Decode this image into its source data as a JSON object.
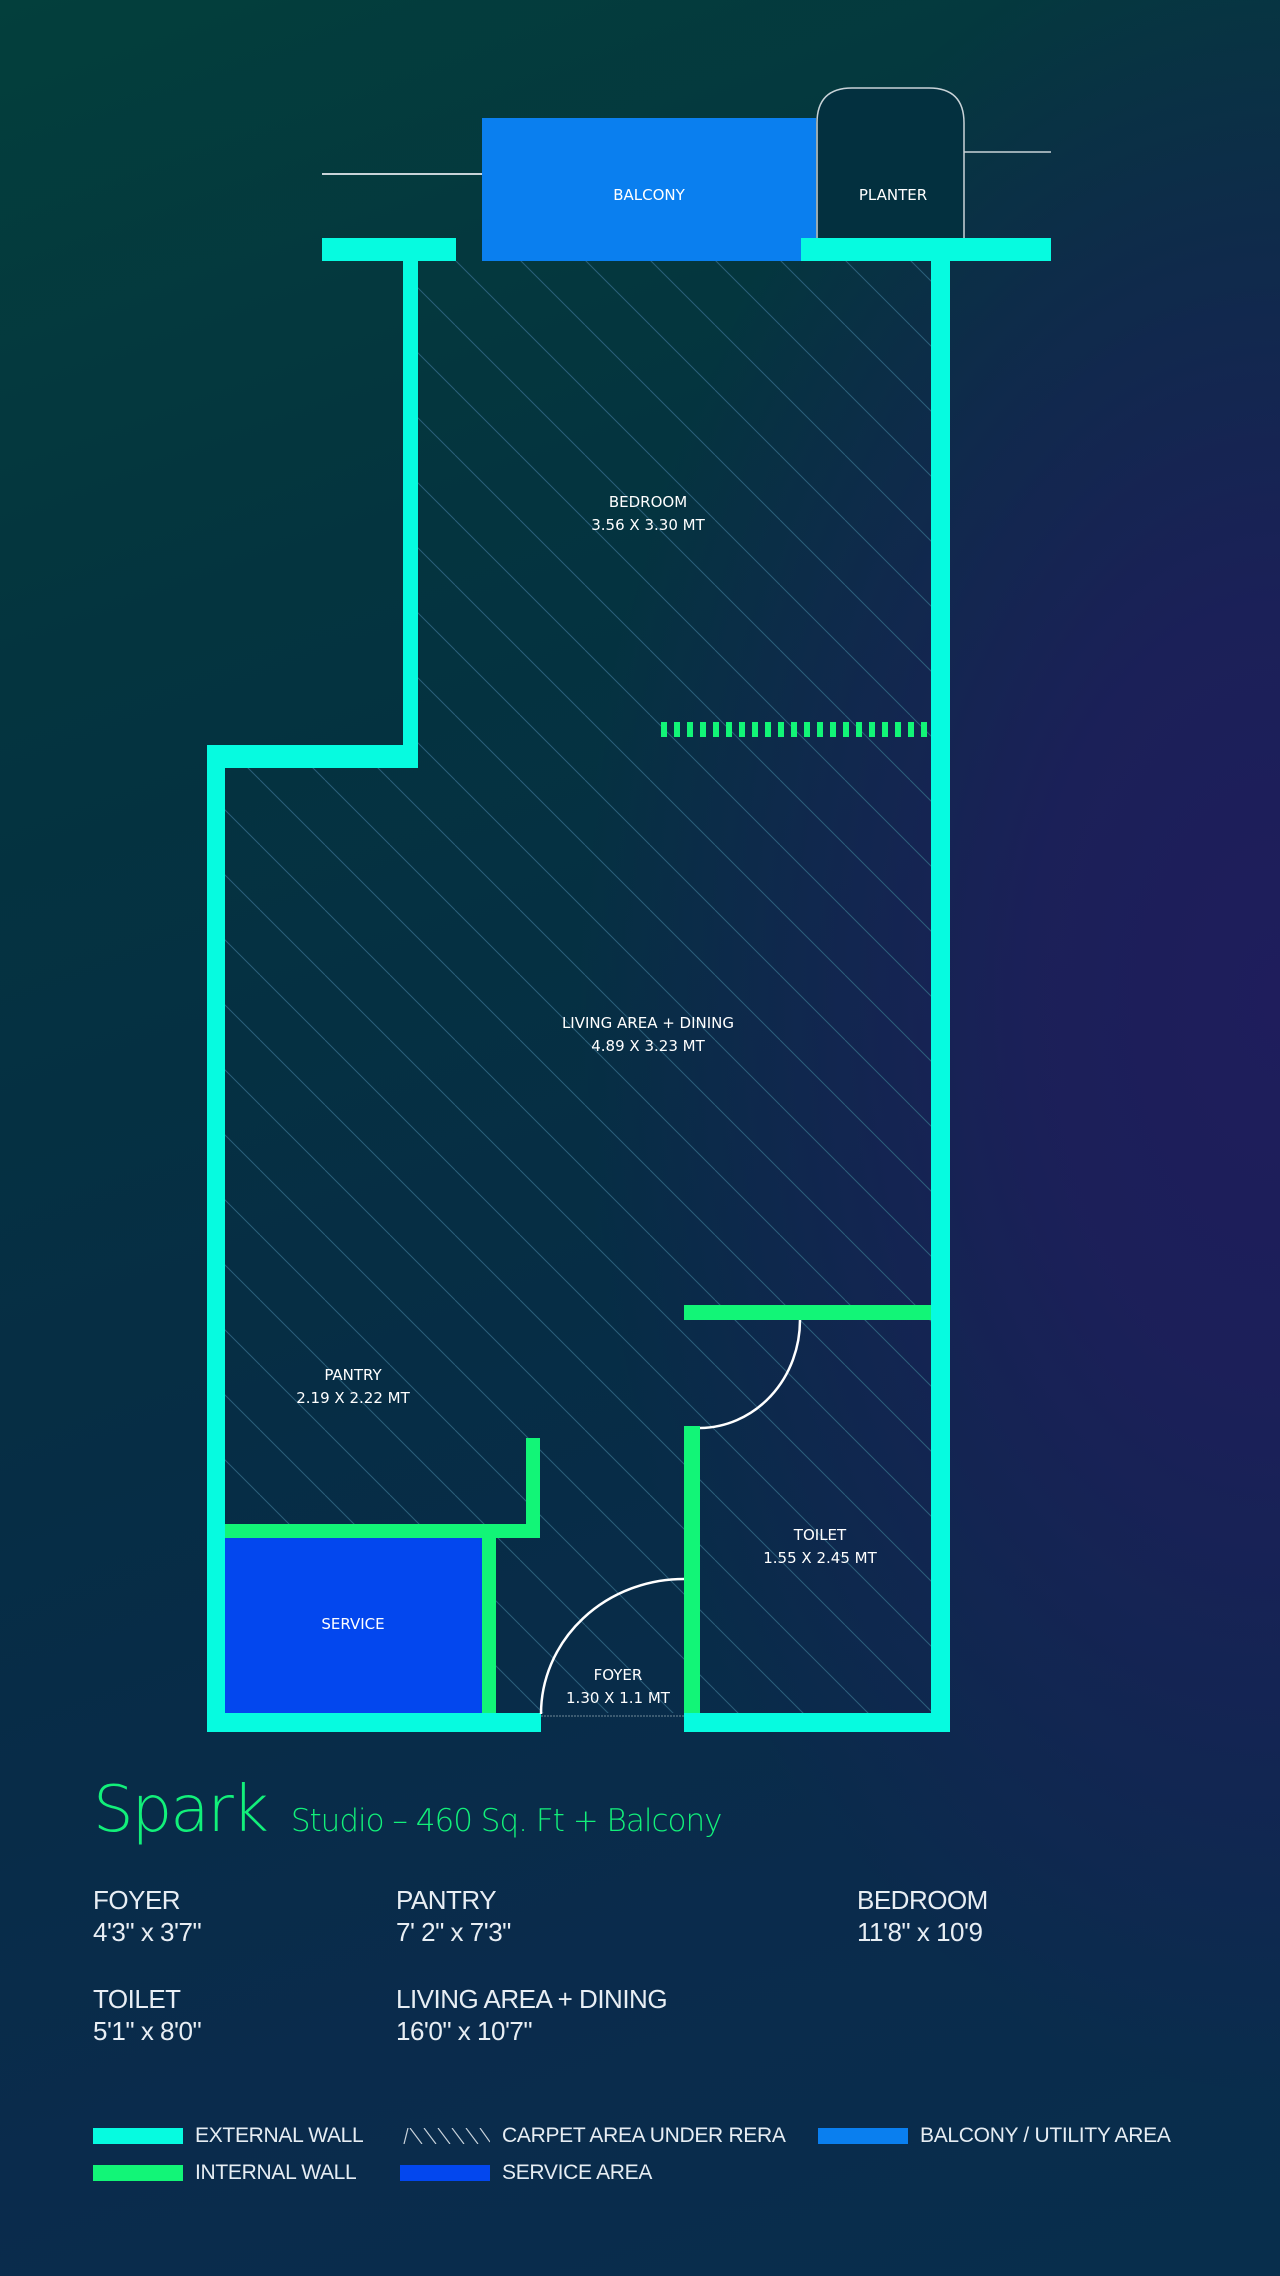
{
  "colors": {
    "external_wall": "#06fbe0",
    "internal_wall": "#12f577",
    "balcony": "#0a7fef",
    "service": "#0347ee",
    "hatch": "#2f6480",
    "title": "#12f07a"
  },
  "plan": {
    "rooms": {
      "balcony": {
        "name": "BALCONY"
      },
      "planter": {
        "name": "PLANTER"
      },
      "bedroom": {
        "name": "BEDROOM",
        "size": "3.56 X 3.30 MT"
      },
      "living": {
        "name": "LIVING AREA + DINING",
        "size": "4.89 X 3.23 MT"
      },
      "pantry": {
        "name": "PANTRY",
        "size": "2.19 X 2.22 MT"
      },
      "service": {
        "name": "SERVICE"
      },
      "toilet": {
        "name": "TOILET",
        "size": "1.55 X 2.45 MT"
      },
      "foyer": {
        "name": "FOYER",
        "size": "1.30 X 1.1 MT"
      }
    }
  },
  "title": {
    "name": "Spark",
    "subtitle": "Studio – 460 Sq. Ft + Balcony"
  },
  "specs": [
    {
      "name": "FOYER",
      "dim": "4'3\" x 3'7\""
    },
    {
      "name": "PANTRY",
      "dim": "7' 2\" x 7'3\""
    },
    {
      "name": "BEDROOM",
      "dim": "11'8\" x 10'9"
    },
    {
      "name": "TOILET",
      "dim": "5'1\" x 8'0\""
    },
    {
      "name": "LIVING AREA + DINING",
      "dim": "16'0\" x 10'7\""
    }
  ],
  "legend": [
    {
      "label": "EXTERNAL WALL",
      "type": "external-wall"
    },
    {
      "label": "CARPET AREA UNDER RERA",
      "type": "hatch"
    },
    {
      "label": "BALCONY / UTILITY AREA",
      "type": "balcony"
    },
    {
      "label": "INTERNAL WALL",
      "type": "internal-wall"
    },
    {
      "label": "SERVICE AREA",
      "type": "service"
    }
  ]
}
